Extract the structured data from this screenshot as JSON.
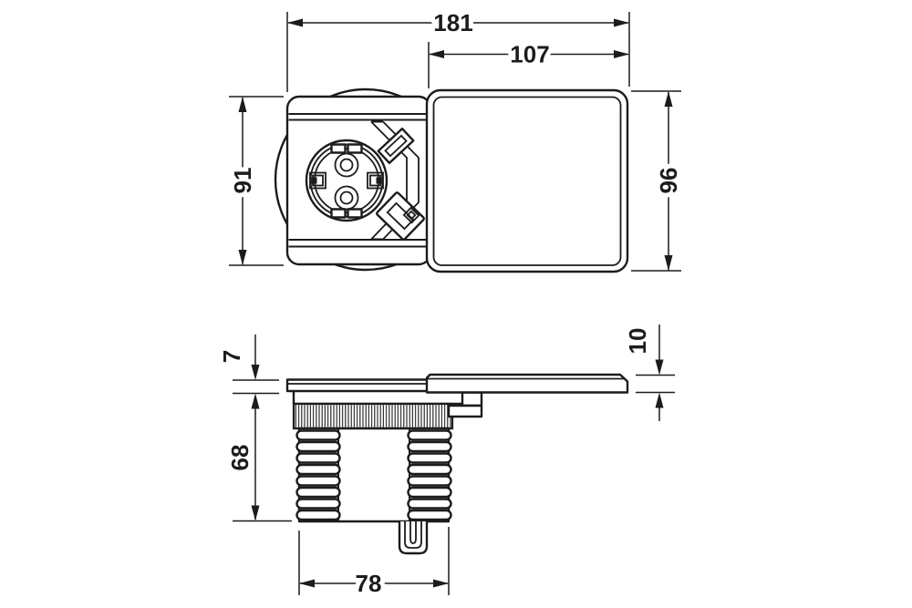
{
  "page": {
    "background": "#ffffff"
  },
  "drawing": {
    "type": "technical-dimension-drawing",
    "subject": "pull-out furniture socket unit with sliding square lid, plan view and side elevation",
    "units": "mm",
    "line_color": "#1c1c1c",
    "views": {
      "top": {
        "name": "plan-view",
        "dims": {
          "overall_width": "181",
          "lid_width": "107",
          "body_height": "91",
          "lid_height": "96"
        }
      },
      "side": {
        "name": "side-elevation",
        "dims": {
          "flange_thickness": "7",
          "lid_thickness": "10",
          "install_depth": "68",
          "body_width": "78"
        }
      }
    }
  }
}
